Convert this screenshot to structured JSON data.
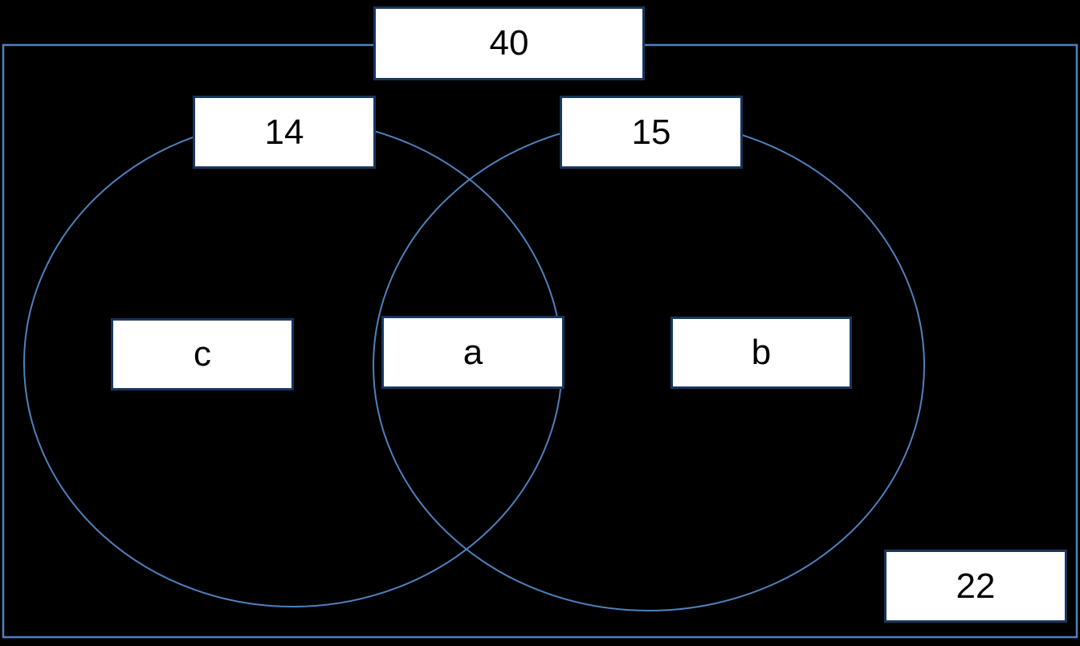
{
  "venn": {
    "background_color": "#000000",
    "outline_color": "#4f81bd",
    "box_fill_color": "#ffffff",
    "box_border_color": "#17365d",
    "labels": {
      "universe_total": "40",
      "left_set_count": "14",
      "right_set_count": "15",
      "left_only_region": "c",
      "intersection_region": "a",
      "right_only_region": "b",
      "outside_region": "22"
    }
  }
}
